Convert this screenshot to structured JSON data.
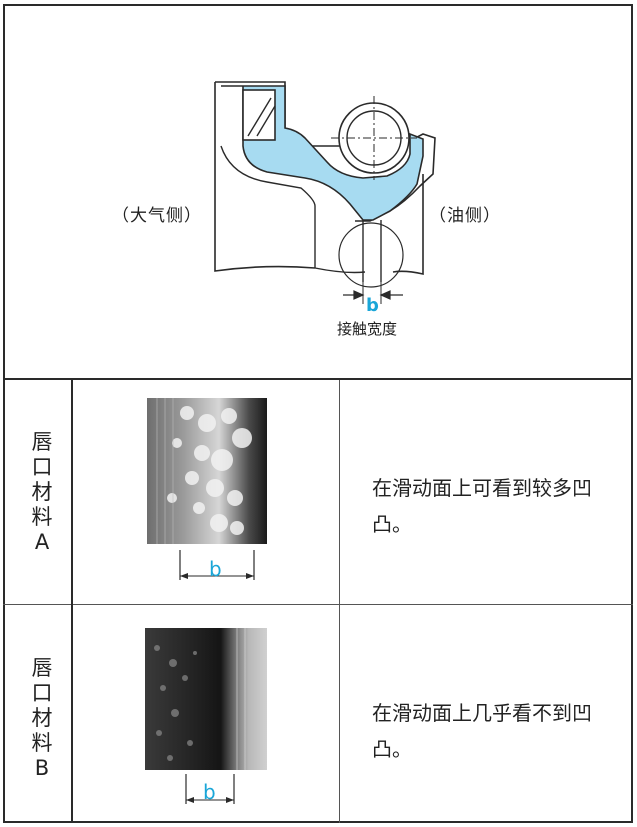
{
  "diagram": {
    "label_atmosphere": "（大气侧）",
    "label_oil": "（油侧）",
    "b_symbol": "b",
    "contact_width": "接触宽度"
  },
  "rows": [
    {
      "material_chars": [
        "唇",
        "口",
        "材",
        "料",
        "A"
      ],
      "b_symbol": "b",
      "description": "在滑动面上可看到较多凹凸。"
    },
    {
      "material_chars": [
        "唇",
        "口",
        "材",
        "料",
        "B"
      ],
      "b_symbol": "b",
      "description": "在滑动面上几乎看不到凹凸。"
    }
  ],
  "colors": {
    "seal_fill": "#a7dbf1",
    "accent": "#1aa6d8",
    "line": "#2a2a2a"
  }
}
